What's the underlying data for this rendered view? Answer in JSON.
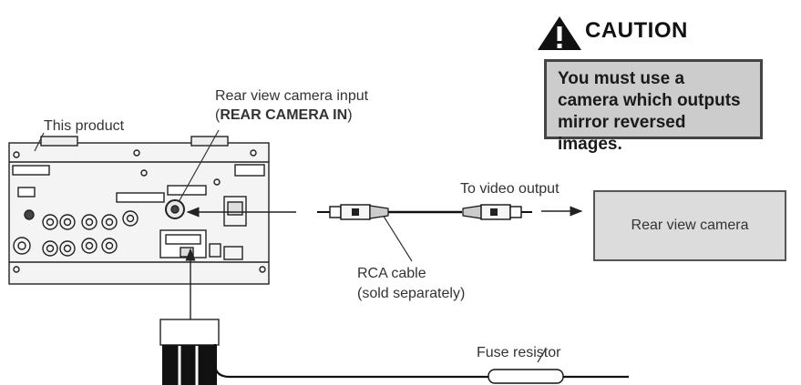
{
  "caution": {
    "title": "CAUTION",
    "message": "You must use a camera which outputs mirror reversed images."
  },
  "labels": {
    "product": "This product",
    "camera_input_line1": "Rear view camera input",
    "camera_input_open": "(",
    "camera_input_bold": "REAR CAMERA IN",
    "camera_input_close": ")",
    "video_output": "To video output",
    "rear_camera": "Rear view camera",
    "rca_cable_line1": "RCA cable",
    "rca_cable_line2": "(sold separately)",
    "fuse_resistor": "Fuse resistor"
  },
  "colors": {
    "panel_fill": "#f2f2f2",
    "outline": "#222222",
    "box_fill": "#cccccc"
  },
  "icons": [
    "warning-triangle-icon",
    "rca-plug-icon",
    "arrow-icon"
  ]
}
